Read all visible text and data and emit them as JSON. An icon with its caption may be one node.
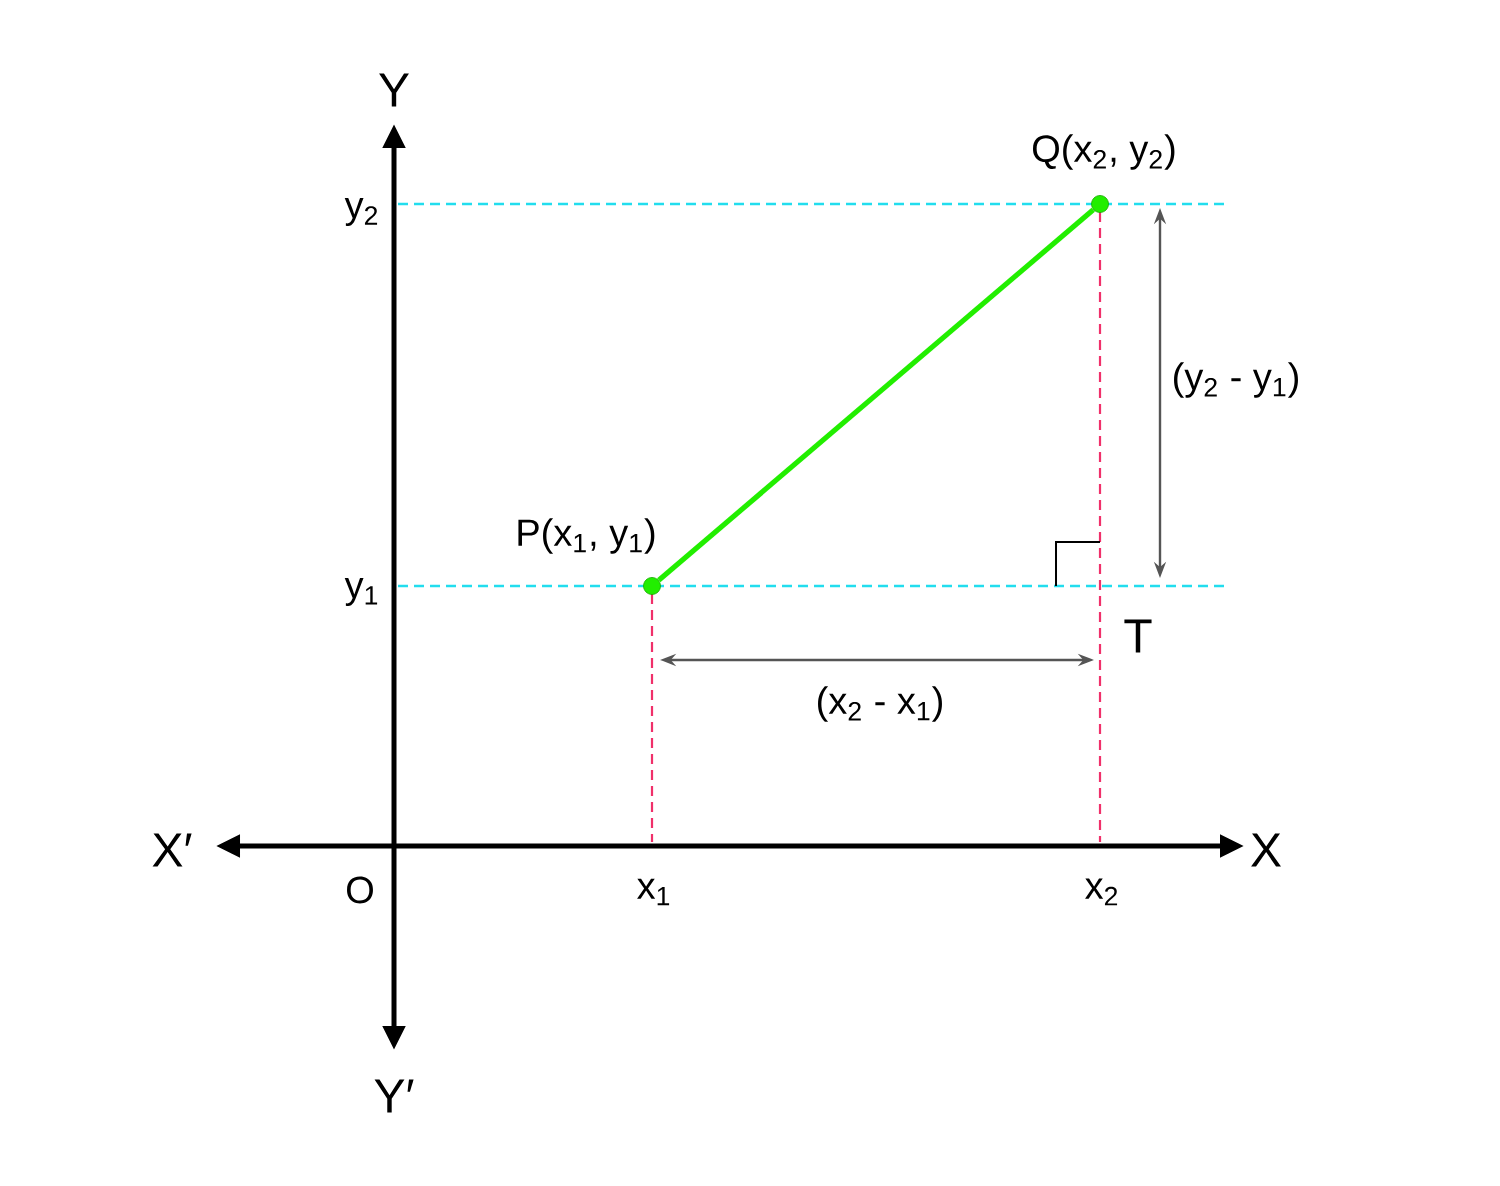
{
  "diagram": {
    "nodes": [
      {
        "text": [],
        "shape": "circle",
        "beside": [
          "P(x$_{1}$, y$_{1}$)"
        ]
      },
      {
        "text": [],
        "shape": "circle",
        "beside": [
          "Q(x$_{2}$, y$_{2}$)"
        ]
      }
    ],
    "edges": [
      {
        "from": 0,
        "to": 1,
        "arrow": "none"
      }
    ],
    "labels": [
      "Y",
      "y$_{2}$",
      "(y$_{2}$ - y$_{1}$)",
      "y$_{1}$",
      "T",
      "(x$_{2}$ - x$_{1}$)",
      "X′",
      "X",
      "O",
      "x$_{1}$",
      "x$_{2}$",
      "Y′"
    ]
  }
}
